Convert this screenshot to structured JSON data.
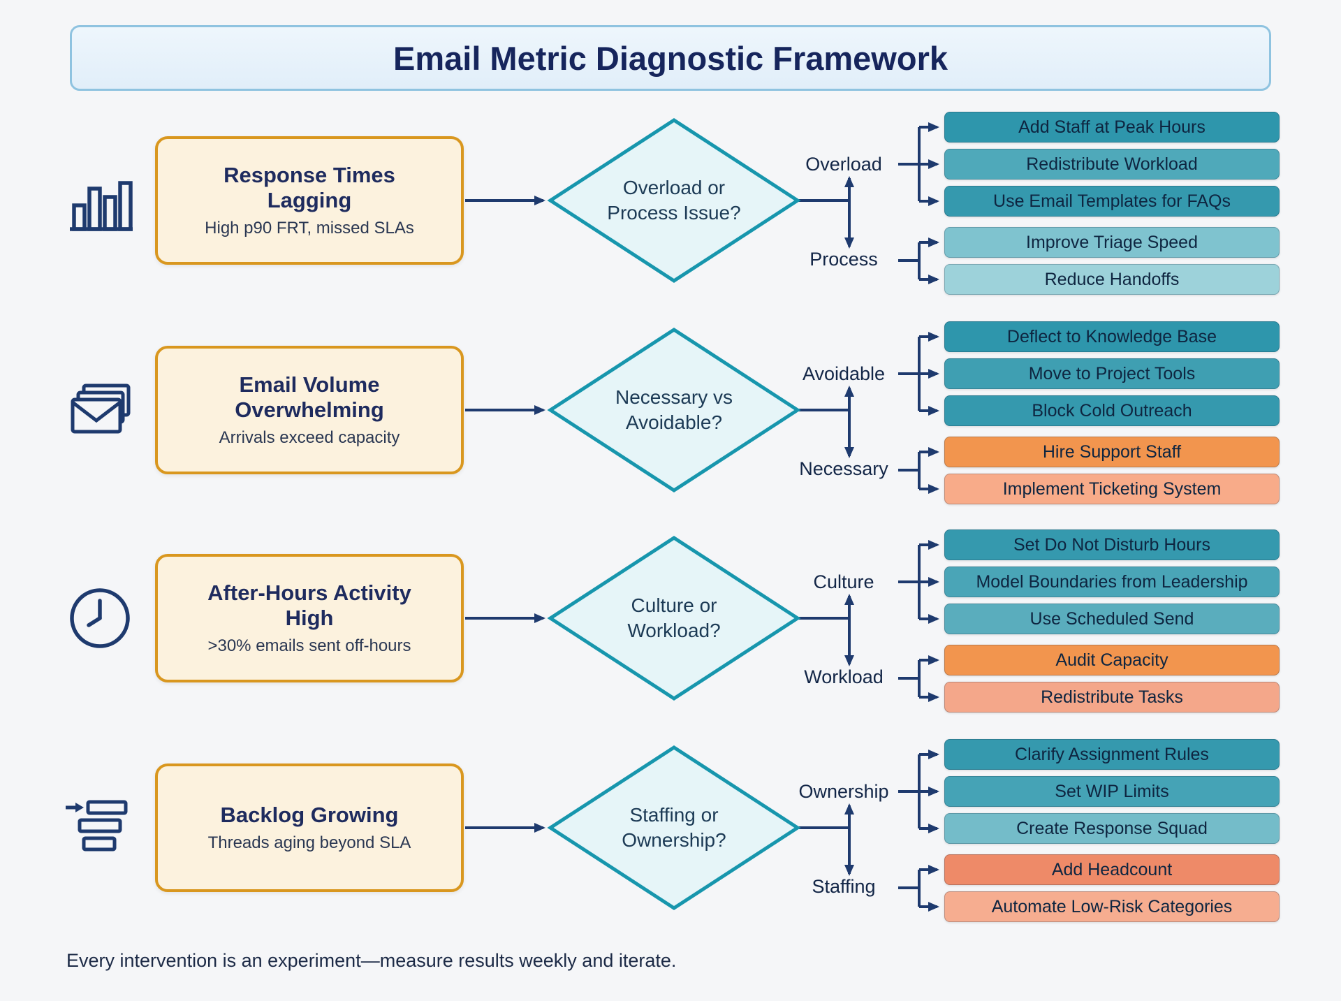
{
  "title": "Email Metric Diagnostic Framework",
  "footer": "Every intervention is an experiment—measure results weekly and iterate.",
  "colors": {
    "background": "#f5f6f8",
    "arrow_navy": "#1e3a6e",
    "title_border": "#8fc3e0",
    "title_bg": "#e9f3fb",
    "problem_border": "#d9971f",
    "problem_bg": "#fcf2de",
    "diamond_border": "#1796ad",
    "diamond_bg": "#e6f5f8",
    "text_navy": "#1e2b5e"
  },
  "rows": [
    {
      "icon": "bar-chart-icon",
      "problem": {
        "title": "Response Times Lagging",
        "subtitle": "High p90 FRT, missed SLAs"
      },
      "decision": {
        "line1": "Overload or",
        "line2": "Process Issue?"
      },
      "top": {
        "label": "Overload",
        "actions": [
          {
            "label": "Add Staff at Peak Hours",
            "color": "#2e96ac"
          },
          {
            "label": "Redistribute Workload",
            "color": "#4fa9ba"
          },
          {
            "label": "Use Email Templates for FAQs",
            "color": "#3599ae"
          }
        ]
      },
      "bottom": {
        "label": "Process",
        "actions": [
          {
            "label": "Improve Triage Speed",
            "color": "#7fc3cf"
          },
          {
            "label": "Reduce Handoffs",
            "color": "#9dd2da"
          }
        ]
      }
    },
    {
      "icon": "envelopes-icon",
      "problem": {
        "title": "Email Volume Overwhelming",
        "subtitle": "Arrivals exceed capacity"
      },
      "decision": {
        "line1": "Necessary vs",
        "line2": "Avoidable?"
      },
      "top": {
        "label": "Avoidable",
        "actions": [
          {
            "label": "Deflect to Knowledge Base",
            "color": "#2e96ac"
          },
          {
            "label": "Move to Project Tools",
            "color": "#3f9fb2"
          },
          {
            "label": "Block Cold Outreach",
            "color": "#3599ae"
          }
        ]
      },
      "bottom": {
        "label": "Necessary",
        "actions": [
          {
            "label": "Hire Support Staff",
            "color": "#f2954e"
          },
          {
            "label": "Implement Ticketing System",
            "color": "#f8ab89"
          }
        ]
      }
    },
    {
      "icon": "clock-icon",
      "problem": {
        "title": "After-Hours Activity High",
        "subtitle": ">30% emails sent off-hours"
      },
      "decision": {
        "line1": "Culture or",
        "line2": "Workload?"
      },
      "top": {
        "label": "Culture",
        "actions": [
          {
            "label": "Set Do Not Disturb Hours",
            "color": "#3599ae"
          },
          {
            "label": "Model Boundaries from Leadership",
            "color": "#4aa5b7"
          },
          {
            "label": "Use Scheduled Send",
            "color": "#5aadbd"
          }
        ]
      },
      "bottom": {
        "label": "Workload",
        "actions": [
          {
            "label": "Audit Capacity",
            "color": "#f2954e"
          },
          {
            "label": "Redistribute Tasks",
            "color": "#f4a78a"
          }
        ]
      }
    },
    {
      "icon": "backlog-icon",
      "problem": {
        "title": "Backlog Growing",
        "subtitle": "Threads aging beyond SLA"
      },
      "decision": {
        "line1": "Staffing or",
        "line2": "Ownership?"
      },
      "top": {
        "label": "Ownership",
        "actions": [
          {
            "label": "Clarify Assignment Rules",
            "color": "#3599ae"
          },
          {
            "label": "Set WIP Limits",
            "color": "#45a3b6"
          },
          {
            "label": "Create Response Squad",
            "color": "#74bcc9"
          }
        ]
      },
      "bottom": {
        "label": "Staffing",
        "actions": [
          {
            "label": "Add Headcount",
            "color": "#ee8a68"
          },
          {
            "label": "Automate Low-Risk Categories",
            "color": "#f6ad90"
          }
        ]
      }
    }
  ]
}
